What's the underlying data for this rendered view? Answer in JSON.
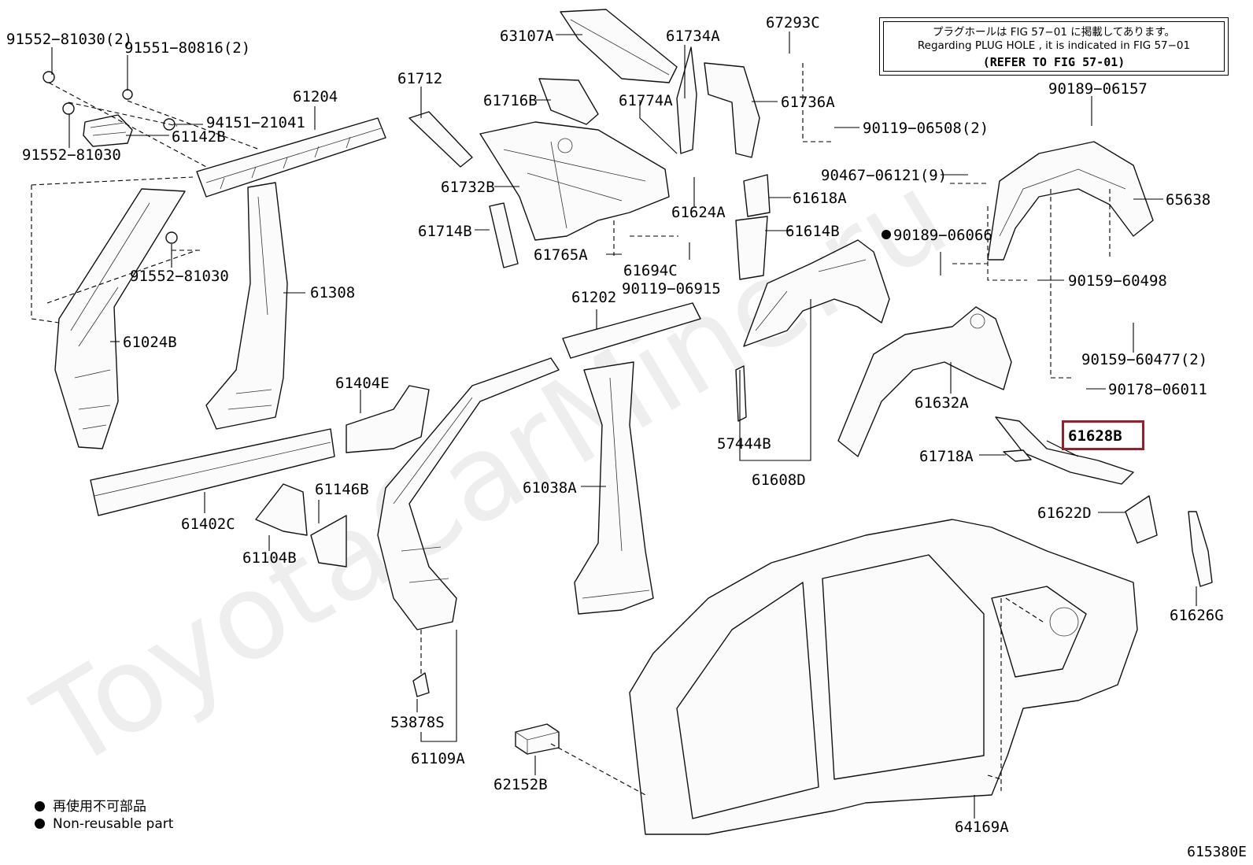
{
  "note": {
    "line1": "プラグホールは FIG  57−01 に掲載してあります。",
    "line2": "Regarding  PLUG  HOLE , it is indicated in  FIG  57−01",
    "line3": "(REFER TO FIG 57-01)"
  },
  "watermark": "ToyotaCarMine.ru",
  "legend": {
    "jp": "再使用不可部品",
    "en": "Non-reusable part"
  },
  "figure_code": "615380E",
  "highlighted_part": "61628B",
  "labels": [
    {
      "id": "l-91552-81030-2",
      "text": "91552−81030(2)"
    },
    {
      "id": "l-91551-80816-2",
      "text": "91551−80816(2)"
    },
    {
      "id": "l-61204",
      "text": "61204"
    },
    {
      "id": "l-94151-21041",
      "text": "94151−21041"
    },
    {
      "id": "l-61142b",
      "text": "61142B"
    },
    {
      "id": "l-91552-81030-a",
      "text": "91552−81030"
    },
    {
      "id": "l-91552-81030-b",
      "text": "91552−81030"
    },
    {
      "id": "l-61308",
      "text": "61308"
    },
    {
      "id": "l-61024b",
      "text": "61024B"
    },
    {
      "id": "l-61712",
      "text": "61712"
    },
    {
      "id": "l-63107a",
      "text": "63107A"
    },
    {
      "id": "l-61716b",
      "text": "61716B"
    },
    {
      "id": "l-61734a",
      "text": "61734A"
    },
    {
      "id": "l-61774a",
      "text": "61774A"
    },
    {
      "id": "l-67293c",
      "text": "67293C"
    },
    {
      "id": "l-61736a",
      "text": "61736A"
    },
    {
      "id": "l-90119-06508-2",
      "text": "90119−06508(2)"
    },
    {
      "id": "l-61732b",
      "text": "61732B"
    },
    {
      "id": "l-61714b",
      "text": "61714B"
    },
    {
      "id": "l-61765a",
      "text": "61765A"
    },
    {
      "id": "l-61694c",
      "text": "61694C"
    },
    {
      "id": "l-61624a",
      "text": "61624A"
    },
    {
      "id": "l-90119-06915",
      "text": "90119−06915"
    },
    {
      "id": "l-61618a",
      "text": "61618A"
    },
    {
      "id": "l-61614b",
      "text": "61614B"
    },
    {
      "id": "l-90189-06157",
      "text": "90189−06157"
    },
    {
      "id": "l-90467-06121-9",
      "text": "90467−06121(9)"
    },
    {
      "id": "l-65638",
      "text": "65638"
    },
    {
      "id": "l-90189-06066",
      "text": "90189−06066"
    },
    {
      "id": "l-90159-60498",
      "text": "90159−60498"
    },
    {
      "id": "l-90159-60477-2",
      "text": "90159−60477(2)"
    },
    {
      "id": "l-90178-06011",
      "text": "90178−06011"
    },
    {
      "id": "l-61202",
      "text": "61202"
    },
    {
      "id": "l-61404e",
      "text": "61404E"
    },
    {
      "id": "l-61402c",
      "text": "61402C"
    },
    {
      "id": "l-61146b",
      "text": "61146B"
    },
    {
      "id": "l-61104b",
      "text": "61104B"
    },
    {
      "id": "l-61038a",
      "text": "61038A"
    },
    {
      "id": "l-57444b",
      "text": "57444B"
    },
    {
      "id": "l-61608d",
      "text": "61608D"
    },
    {
      "id": "l-61632a",
      "text": "61632A"
    },
    {
      "id": "l-61628b",
      "text": "61628B"
    },
    {
      "id": "l-61718a",
      "text": "61718A"
    },
    {
      "id": "l-61622d",
      "text": "61622D"
    },
    {
      "id": "l-61626g",
      "text": "61626G"
    },
    {
      "id": "l-53878s",
      "text": "53878S"
    },
    {
      "id": "l-61109a",
      "text": "61109A"
    },
    {
      "id": "l-62152b",
      "text": "62152B"
    },
    {
      "id": "l-64169a",
      "text": "64169A"
    }
  ]
}
